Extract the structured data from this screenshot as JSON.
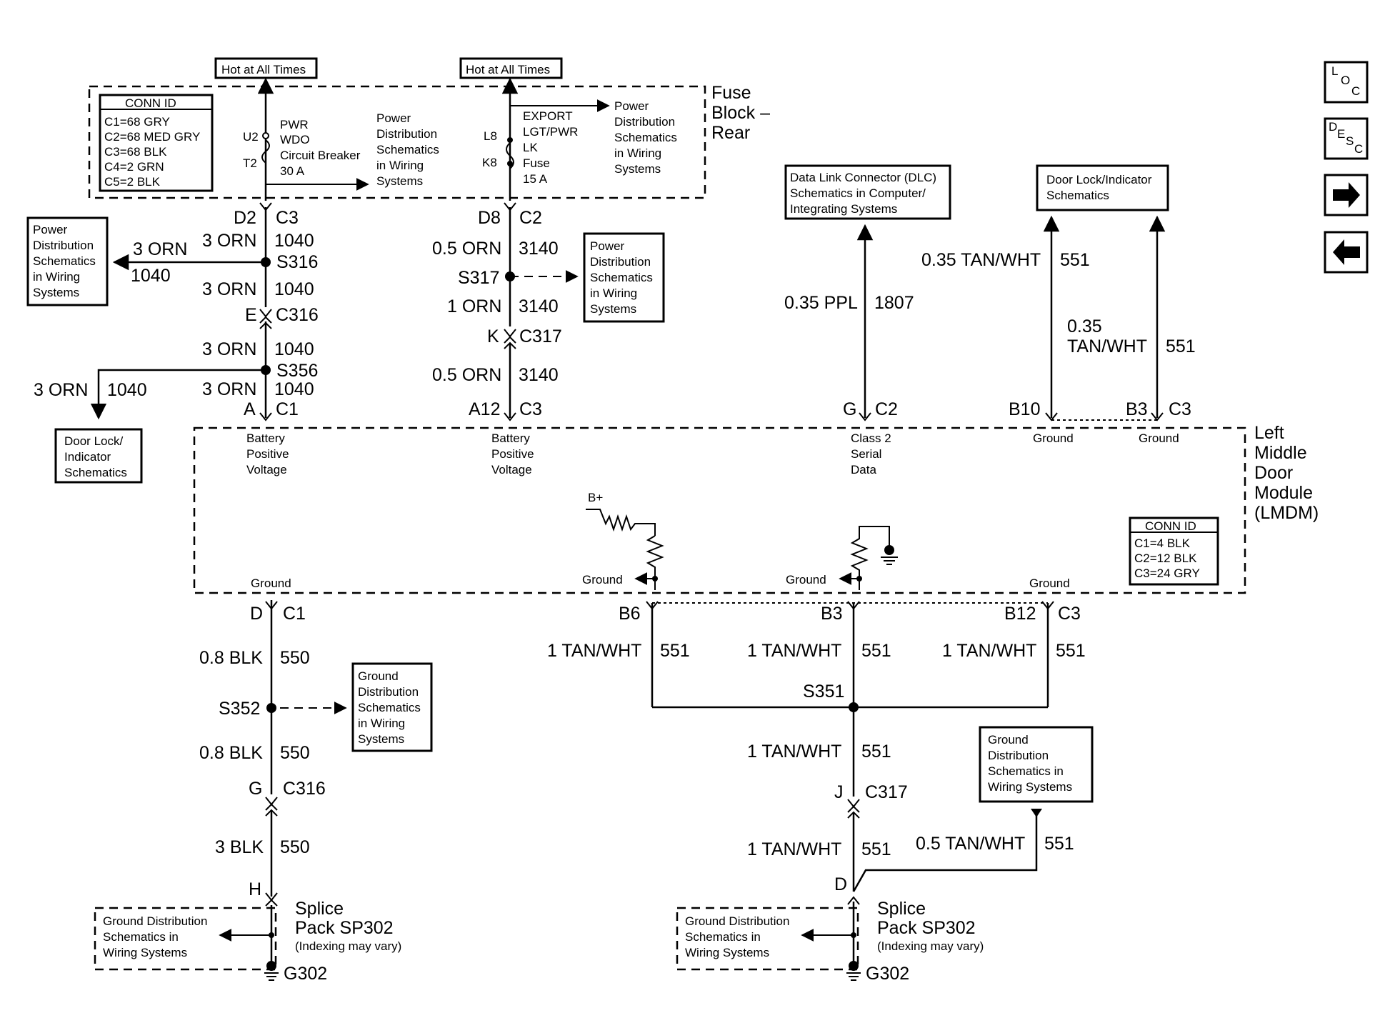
{
  "fuse_block": {
    "title_l1": "Fuse",
    "title_l2": "Block –",
    "title_l3": "Rear",
    "hot_left": "Hot at All Times",
    "hot_right": "Hot at All Times",
    "conn_title": "CONN ID",
    "conn": [
      "C1=68 GRY",
      "C2=68 MED GRY",
      "C3=68 BLK",
      "C4=2 GRN",
      "C5=2 BLK"
    ],
    "cb_pins": [
      "U2",
      "T2"
    ],
    "cb_label": [
      "PWR",
      "WDO",
      "Circuit Breaker",
      "30 A"
    ],
    "fuse_pins": [
      "L8",
      "K8"
    ],
    "fuse_label": [
      "EXPORT",
      "LGT/PWR",
      "LK",
      "Fuse",
      "15 A"
    ],
    "ref_mid": [
      "Power",
      "Distribution",
      "Schematics",
      "in Wiring",
      "Systems"
    ],
    "ref_right": [
      "Power",
      "Distribution",
      "Schematics",
      "in Wiring",
      "Systems"
    ]
  },
  "left_branch": {
    "d2": "D2",
    "c3": "C3",
    "w1": "3 ORN",
    "c1": "1040",
    "s316": "S316",
    "side_w": "3 ORN",
    "side_c": "1040",
    "side_ref": [
      "Power",
      "Distribution",
      "Schematics",
      "in Wiring",
      "Systems"
    ],
    "w2": "3 ORN",
    "c2": "1040",
    "e": "E",
    "c316": "C316",
    "w3": "3 ORN",
    "c3n": "1040",
    "s356": "S356",
    "side2_w": "3 ORN",
    "side2_c": "1040",
    "side2_ref": [
      "Door Lock/",
      "Indicator",
      "Schematics"
    ],
    "w4": "3 ORN",
    "c4": "1040",
    "a": "A",
    "c1pin": "C1"
  },
  "mid_branch": {
    "d8": "D8",
    "c2": "C2",
    "w1": "0.5 ORN",
    "c1": "3140",
    "s317": "S317",
    "ref": [
      "Power",
      "Distribution",
      "Schematics",
      "in Wiring",
      "Systems"
    ],
    "w2": "1 ORN",
    "c2n": "3140",
    "k": "K",
    "c317": "C317",
    "w3": "0.5 ORN",
    "c3": "3140",
    "a12": "A12",
    "c3pin": "C3"
  },
  "dlc": {
    "ref": [
      "Data Link Connector (DLC)",
      "Schematics in Computer/",
      "Integrating Systems"
    ],
    "wire": "0.35 PPL",
    "circuit": "1807",
    "pin": "G",
    "conn": "C2"
  },
  "doorlock": {
    "ref": [
      "Door Lock/Indicator",
      "Schematics"
    ],
    "w1": "0.35 TAN/WHT",
    "c1": "551",
    "w2a": "0.35",
    "w2b": "TAN/WHT",
    "c2": "551",
    "pin1": "B10",
    "pin2": "B3",
    "conn": "C3"
  },
  "module": {
    "name": [
      "Left",
      "Middle",
      "Door",
      "Module",
      "(LMDM)"
    ],
    "bpv1": [
      "Battery",
      "Positive",
      "Voltage"
    ],
    "bpv2": [
      "Battery",
      "Positive",
      "Voltage"
    ],
    "class2": [
      "Class 2",
      "Serial",
      "Data"
    ],
    "ground_top1": "Ground",
    "ground_top2": "Ground",
    "b_plus": "B+",
    "ground_res1": "Ground",
    "ground_res2": "Ground",
    "ground_bl": "Ground",
    "ground_br": "Ground",
    "conn_title": "CONN ID",
    "conn": [
      "C1=4 BLK",
      "C2=12 BLK",
      "C3=24 GRY"
    ]
  },
  "ground_left": {
    "d": "D",
    "c1": "C1",
    "w1": "0.8 BLK",
    "c1n": "550",
    "s352": "S352",
    "ref": [
      "Ground",
      "Distribution",
      "Schematics",
      "in Wiring",
      "Systems"
    ],
    "w2": "0.8 BLK",
    "c2": "550",
    "g": "G",
    "c316": "C316",
    "w3": "3 BLK",
    "c3": "550",
    "h": "H",
    "splice_ref": [
      "Ground Distribution",
      "Schematics in",
      "Wiring Systems"
    ],
    "splice": [
      "Splice",
      "Pack SP302",
      "(Indexing may vary)"
    ],
    "gnd": "G302"
  },
  "ground_right": {
    "b6": "B6",
    "b3": "B3",
    "b12": "B12",
    "c3": "C3",
    "w_b6": "1 TAN/WHT",
    "c_b6": "551",
    "w_b3": "1 TAN/WHT",
    "c_b3": "551",
    "w_b12": "1 TAN/WHT",
    "c_b12": "551",
    "s351": "S351",
    "w2": "1 TAN/WHT",
    "c2": "551",
    "j": "J",
    "c317": "C317",
    "w3": "1 TAN/WHT",
    "c3n": "551",
    "ref": [
      "Ground",
      "Distribution",
      "Schematics in",
      "Wiring Systems"
    ],
    "w4": "0.5 TAN/WHT",
    "c4": "551",
    "d": "D",
    "splice_ref": [
      "Ground Distribution",
      "Schematics in",
      "Wiring Systems"
    ],
    "splice": [
      "Splice",
      "Pack SP302",
      "(Indexing may vary)"
    ],
    "gnd": "G302"
  },
  "nav": {
    "loc": [
      "L",
      "O",
      "C"
    ],
    "desc": [
      "D",
      "E",
      "S",
      "C"
    ],
    "next": "→",
    "prev": "←"
  }
}
